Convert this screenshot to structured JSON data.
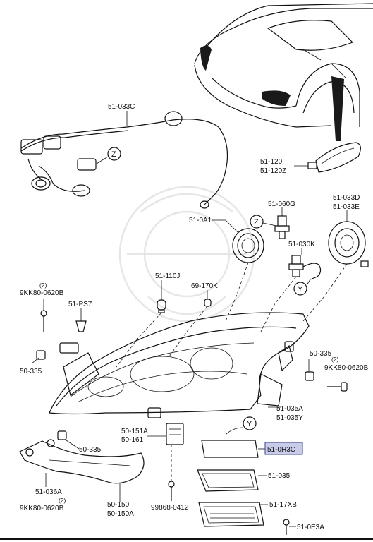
{
  "labels": {
    "l_51_033c": "51-033C",
    "l_z": "Z",
    "l_51_120": "51-120",
    "l_51_120z": "51-120Z",
    "l_51_033d": "51-033D",
    "l_51_033e": "51-033E",
    "l_51_060g": "51-060G",
    "l_51_0a1": "51-0A1",
    "l_51_030k": "51-030K",
    "l_y": "Y",
    "l_51_110j": "51-110J",
    "l_69_170k": "69-170K",
    "l_9kk80_top_qty": "(2)",
    "l_9kk80_top": "9KK80-0620B",
    "l_51_ps7": "51-PS7",
    "l_50_335_left": "50-335",
    "l_50_335_right": "50-335",
    "l_9kk80_right_qty": "(2)",
    "l_9kk80_right": "9KK80-0620B",
    "l_51_035a": "51-035A",
    "l_51_035y": "51-035Y",
    "l_50_335_mid": "50-335",
    "l_50_151a": "50-151A",
    "l_50_161": "50-161",
    "l_51_0h3c": "51-0H3C",
    "l_51_035": "51-035",
    "l_51_036a": "51-036A",
    "l_9kk80_bottom_qty": "(2)",
    "l_9kk80_bottom": "9KK80-0620B",
    "l_50_150": "50-150",
    "l_50_150a": "50-150A",
    "l_99868": "99868-0412",
    "l_51_17xb": "51-17XB",
    "l_51_0e3a": "51-0E3A"
  },
  "colors": {
    "highlight": "#c8cce8",
    "highlight_border": "#3a3f8a",
    "ink": "#111111",
    "car_dark": "#1a1a1a"
  }
}
